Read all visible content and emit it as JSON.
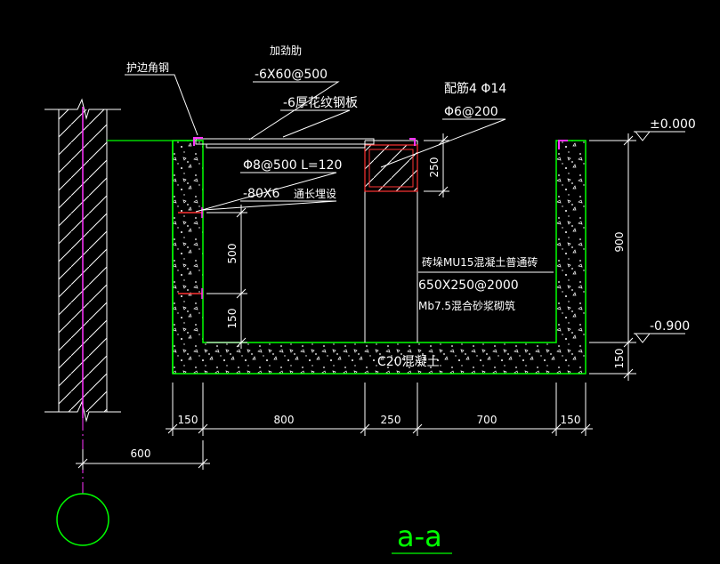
{
  "drawing": {
    "section_title": "a-a",
    "colors": {
      "background": "#000000",
      "structure": "#00ff00",
      "annotation": "#ffffff",
      "rebar": "#ff3333",
      "accent": "#ff33ff",
      "dimension": "#ffffff"
    },
    "labels": {
      "edge_angle": "护边角钢",
      "stiffener_name": "加劲肋",
      "stiffener_spec": "-6X60@500",
      "plate": "-6厚花纹钢板",
      "beam_rebar_title": "配筋4 Φ14",
      "beam_stirrup": "Φ6@200",
      "anchor_bar": "Φ8@500 L=120",
      "embed_plate": "-80X6",
      "embed_note": "通长埋设",
      "pier_material": "砖垛MU15混凝土普通砖",
      "pier_size": "650X250@2000",
      "pier_mortar": "Mb7.5混合砂浆砌筑",
      "base_concrete": "C20混凝土",
      "elev_top": "±0.000",
      "elev_bottom": "-0.900"
    },
    "dimensions": {
      "bottom": [
        "150",
        "800",
        "250",
        "700",
        "150"
      ],
      "offset": "600",
      "beam_height": "250",
      "embed_spacing": "500",
      "embed_bottom": "150",
      "total_depth": "900",
      "slab_thickness": "150"
    }
  }
}
